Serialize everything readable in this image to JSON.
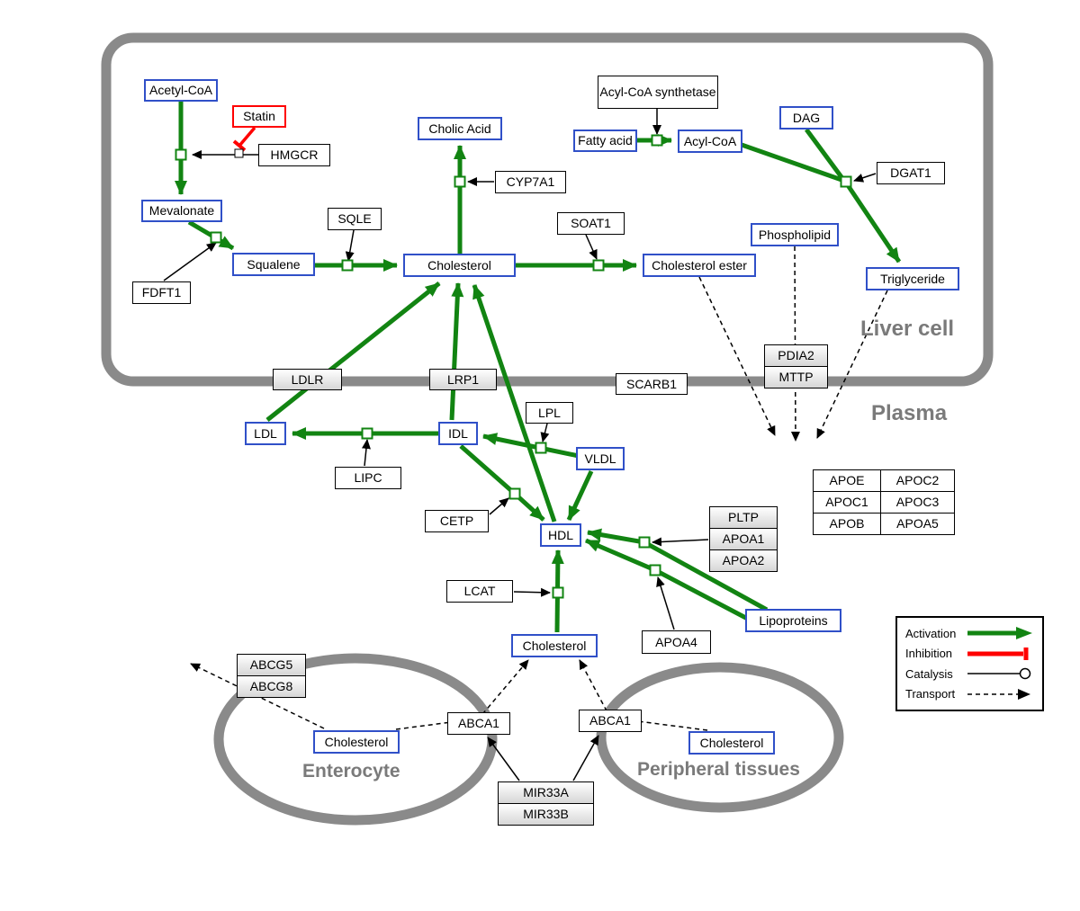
{
  "compartments": {
    "liver": "Liver cell",
    "plasma": "Plasma",
    "enterocyte": "Enterocyte",
    "peripheral": "Peripheral tissues"
  },
  "metabolites": {
    "acetyl_coa": "Acetyl-CoA",
    "mevalonate": "Mevalonate",
    "squalene": "Squalene",
    "cholic_acid": "Cholic Acid",
    "cholesterol_liver": "Cholesterol",
    "fatty_acid": "Fatty acid",
    "acyl_coa": "Acyl-CoA",
    "dag": "DAG",
    "phospholipid": "Phospholipid",
    "cholesterol_ester": "Cholesterol ester",
    "triglyceride": "Triglyceride",
    "ldl": "LDL",
    "idl": "IDL",
    "vldl": "VLDL",
    "hdl": "HDL",
    "cholesterol_plasma": "Cholesterol",
    "cholesterol_enterocyte": "Cholesterol",
    "cholesterol_peripheral": "Cholesterol",
    "lipoproteins": "Lipoproteins"
  },
  "drugs": {
    "statin": "Statin"
  },
  "proteins": {
    "hmgcr": "HMGCR",
    "sqle": "SQLE",
    "fdft1": "FDFT1",
    "cyp7a1": "CYP7A1",
    "soat1": "SOAT1",
    "acyl_coa_synthetase": "Acyl-CoA synthetase",
    "dgat1": "DGAT1",
    "pdia2": "PDIA2",
    "mttp": "MTTP",
    "ldlr": "LDLR",
    "lrp1": "LRP1",
    "scarb1": "SCARB1",
    "lpl": "LPL",
    "lipc": "LIPC",
    "cetp": "CETP",
    "lcat": "LCAT",
    "pltp": "PLTP",
    "apoa1": "APOA1",
    "apoa2": "APOA2",
    "apoa4": "APOA4",
    "apoe": "APOE",
    "apoc1": "APOC1",
    "apob": "APOB",
    "apoc2": "APOC2",
    "apoc3": "APOC3",
    "apoa5": "APOA5",
    "abcg5": "ABCG5",
    "abcg8": "ABCG8",
    "abca1_enterocyte": "ABCA1",
    "abca1_peripheral": "ABCA1",
    "mir33a": "MIR33A",
    "mir33b": "MIR33B"
  },
  "legend": {
    "activation": "Activation",
    "inhibition": "Inhibition",
    "catalysis": "Catalysis",
    "transport": "Transport"
  },
  "colors": {
    "activation": "#128412",
    "inhibition": "#ff0000",
    "metabolite_border": "#3050c8",
    "membrane": "#8a8a8a"
  }
}
